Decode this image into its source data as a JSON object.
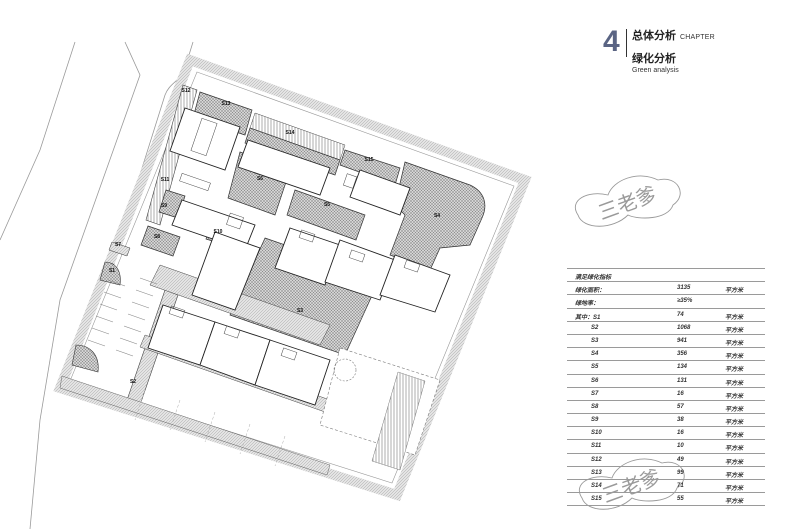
{
  "header": {
    "chapter_number": "4",
    "chapter_title": "总体分析",
    "chapter_label_en": "CHAPTER",
    "section_title": "绿化分析",
    "section_subtitle": "Green analysis",
    "accent_color": "#5a6483"
  },
  "watermark": {
    "text": "三老爹"
  },
  "site_plan": {
    "labels": [
      "S1",
      "S2",
      "S3",
      "S4",
      "S5",
      "S6",
      "S7",
      "S8",
      "S9",
      "S10",
      "S11",
      "S12",
      "S13",
      "S14",
      "S15"
    ],
    "hatch_color": "#b8b8b8",
    "line_color": "#222222"
  },
  "table": {
    "title": "满足绿化指标",
    "rows": [
      {
        "label": "绿化面积：",
        "value": "3135",
        "unit": "平方米"
      },
      {
        "label": "绿地率：",
        "value": "≥35%",
        "unit": ""
      },
      {
        "label": "其中：S1",
        "value": "74",
        "unit": "平方米"
      },
      {
        "label": "S2",
        "value": "1068",
        "unit": "平方米"
      },
      {
        "label": "S3",
        "value": "941",
        "unit": "平方米"
      },
      {
        "label": "S4",
        "value": "356",
        "unit": "平方米"
      },
      {
        "label": "S5",
        "value": "134",
        "unit": "平方米"
      },
      {
        "label": "S6",
        "value": "131",
        "unit": "平方米"
      },
      {
        "label": "S7",
        "value": "16",
        "unit": "平方米"
      },
      {
        "label": "S8",
        "value": "57",
        "unit": "平方米"
      },
      {
        "label": "S9",
        "value": "38",
        "unit": "平方米"
      },
      {
        "label": "S10",
        "value": "16",
        "unit": "平方米"
      },
      {
        "label": "S11",
        "value": "10",
        "unit": "平方米"
      },
      {
        "label": "S12",
        "value": "49",
        "unit": "平方米"
      },
      {
        "label": "S13",
        "value": "99",
        "unit": "平方米"
      },
      {
        "label": "S14",
        "value": "71",
        "unit": "平方米"
      },
      {
        "label": "S15",
        "value": "55",
        "unit": "平方米"
      }
    ]
  }
}
